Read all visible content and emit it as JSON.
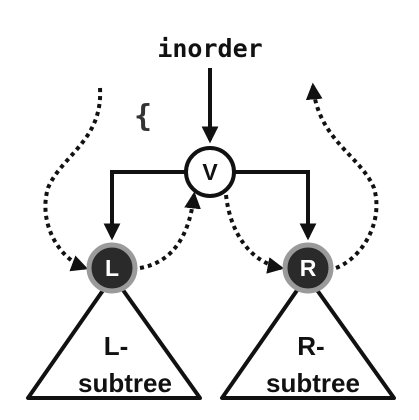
{
  "title": "inorder",
  "brace": "{",
  "nodes": {
    "root": {
      "label": "V"
    },
    "left": {
      "label": "L"
    },
    "right": {
      "label": "R"
    }
  },
  "subtrees": {
    "left": {
      "line1": "L-",
      "line2": "subtree"
    },
    "right": {
      "line1": "R-",
      "line2": "subtree"
    }
  },
  "colors": {
    "stroke": "#111111",
    "dark_node_fill": "#2a2a2a",
    "dark_node_ring": "#9a9a9a",
    "root_fill": "#ffffff",
    "background": "#ffffff"
  }
}
